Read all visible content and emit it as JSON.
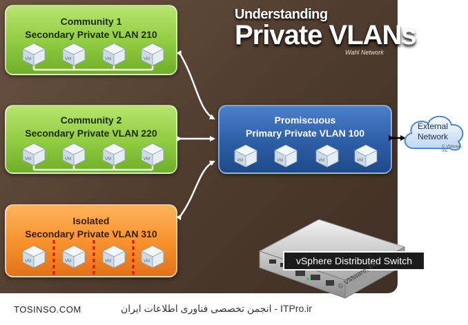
{
  "banner": {
    "line1": "Understanding",
    "line2": "Private VLANs",
    "credit": "Wahl Network"
  },
  "community1": {
    "title": "Community 1",
    "subtitle": "Secondary Private VLAN 210"
  },
  "community2": {
    "title": "Community 2",
    "subtitle": "Secondary Private VLAN 220"
  },
  "isolated": {
    "title": "Isolated",
    "subtitle": "Secondary Private VLAN 310"
  },
  "promiscuous": {
    "title": "Promiscuous",
    "subtitle": "Primary Private VLAN 100"
  },
  "vm_label": "VM",
  "external": {
    "line1": "External",
    "line2": "Network",
    "copyright": "© VMware, Inc."
  },
  "switch": {
    "label": "vSphere Distributed Switch",
    "copyright": "© VMware, Inc."
  },
  "footer": {
    "left": "TOSINSO.COM",
    "right": "ITPro.ir - انجمن تخصصی فناوری اطلاعات ایران"
  },
  "colors": {
    "community": "#8fcb3f",
    "isolated": "#f7902c",
    "promiscuous": "#2c5ea6",
    "isolation_divider": "#e01010",
    "background": "#4e3b2e"
  }
}
